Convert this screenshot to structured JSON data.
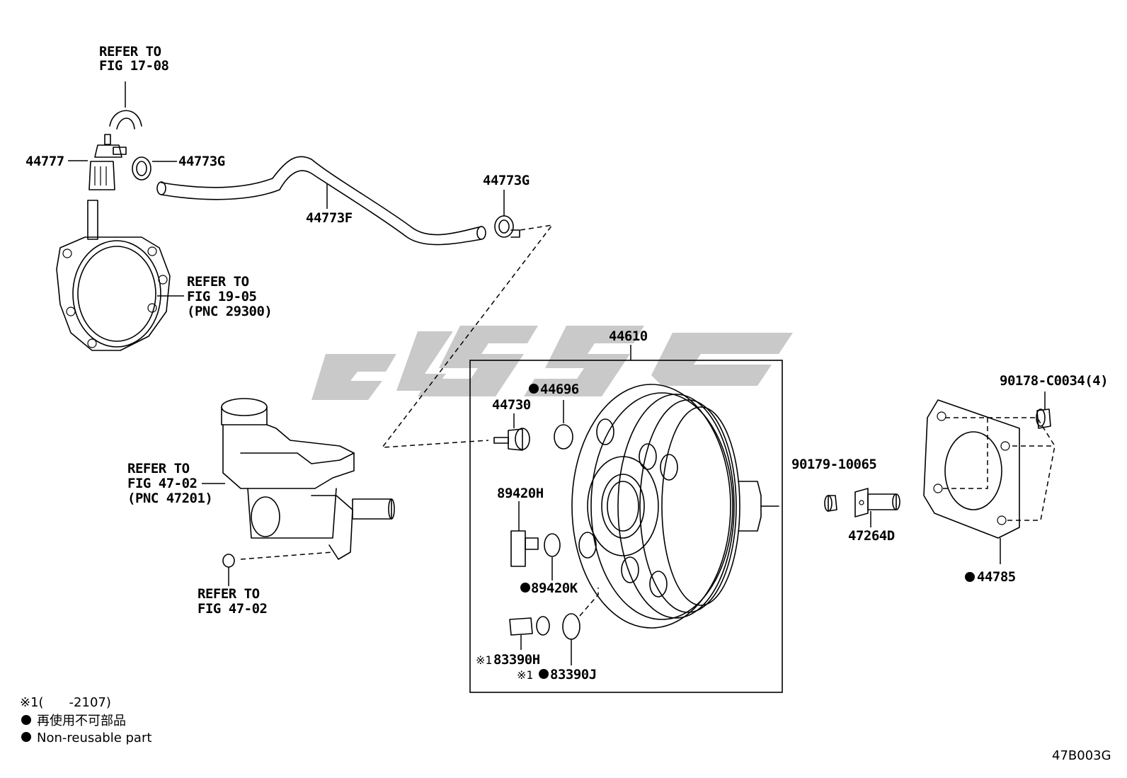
{
  "diagram_code": "47B003G",
  "watermark_logo": "CSS",
  "refs": {
    "r1_line1": "REFER TO",
    "r1_line2": "FIG 17-08",
    "r2_line1": "REFER TO",
    "r2_line2": "FIG 19-05",
    "r2_line3": "(PNC 29300)",
    "r3_line1": "REFER TO",
    "r3_line2": "FIG 47-02",
    "r3_line3": "(PNC 47201)",
    "r4_line1": "REFER TO",
    "r4_line2": "FIG 47-02"
  },
  "parts": {
    "p44777": "44777",
    "p44773g_a": "44773G",
    "p44773f": "44773F",
    "p44773g_b": "44773G",
    "p44610": "44610",
    "p44696": "44696",
    "p44730": "44730",
    "p89420h": "89420H",
    "p89420k": "89420K",
    "p83390h": "83390H",
    "p83390j": "83390J",
    "p90179": "90179-10065",
    "p47264d": "47264D",
    "p90178": "90178-C0034(4)",
    "p44785": "44785"
  },
  "marks": {
    "note_mark": "※1",
    "note_mark_small": "※1"
  },
  "legend": {
    "note1": "※1(　　-2107)",
    "jp": "再使用不可部品",
    "en": "Non-reusable part"
  }
}
